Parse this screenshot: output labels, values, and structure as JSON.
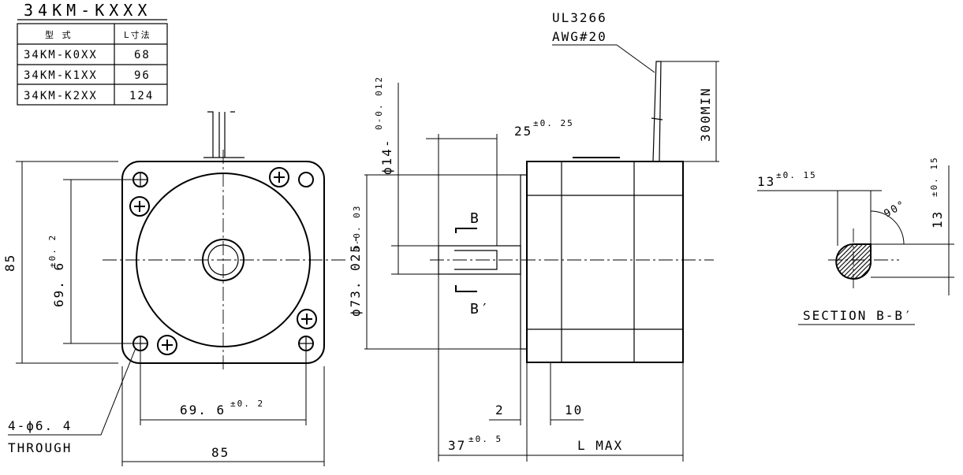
{
  "title": "34KM-KXXX",
  "table": {
    "headers": [
      "型 式",
      "L寸法"
    ],
    "rows": [
      [
        "34KM-K0XX",
        "68"
      ],
      [
        "34KM-K1XX",
        "96"
      ],
      [
        "34KM-K2XX",
        "124"
      ]
    ]
  },
  "front_view": {
    "dim_height": "85",
    "dim_hole_pitch_v": "69. 6",
    "dim_hole_pitch_v_tol": "±0. 2",
    "dim_hole_pitch_h": "69. 6",
    "dim_hole_pitch_h_tol": "±0. 2",
    "dim_width": "85",
    "hole_note_1": "4-ϕ6. 4",
    "hole_note_2": "THROUGH"
  },
  "side_view": {
    "lead_label_1": "UL3266",
    "lead_label_2": "AWG#20",
    "lead_min": "300MIN",
    "dim_key": "25",
    "dim_key_tol": "±0. 25",
    "shaft_dia": "ϕ14-",
    "shaft_dia_tol": "0-0. 012",
    "pilot_dia": "ϕ73. 025-",
    "pilot_dia_tol": "0-0. 03",
    "section_b": "B",
    "section_b2": "B′",
    "dim_2": "2",
    "dim_10": "10",
    "dim_shaft_len": "37",
    "dim_shaft_len_tol": "±0. 5",
    "dim_l": "L MAX"
  },
  "section_view": {
    "dim_flat_h": "13",
    "dim_flat_h_tol": "±0. 15",
    "dim_flat_v": "13",
    "dim_flat_v_tol": "±0. 15",
    "angle": "90°",
    "title": "SECTION B-B′"
  }
}
